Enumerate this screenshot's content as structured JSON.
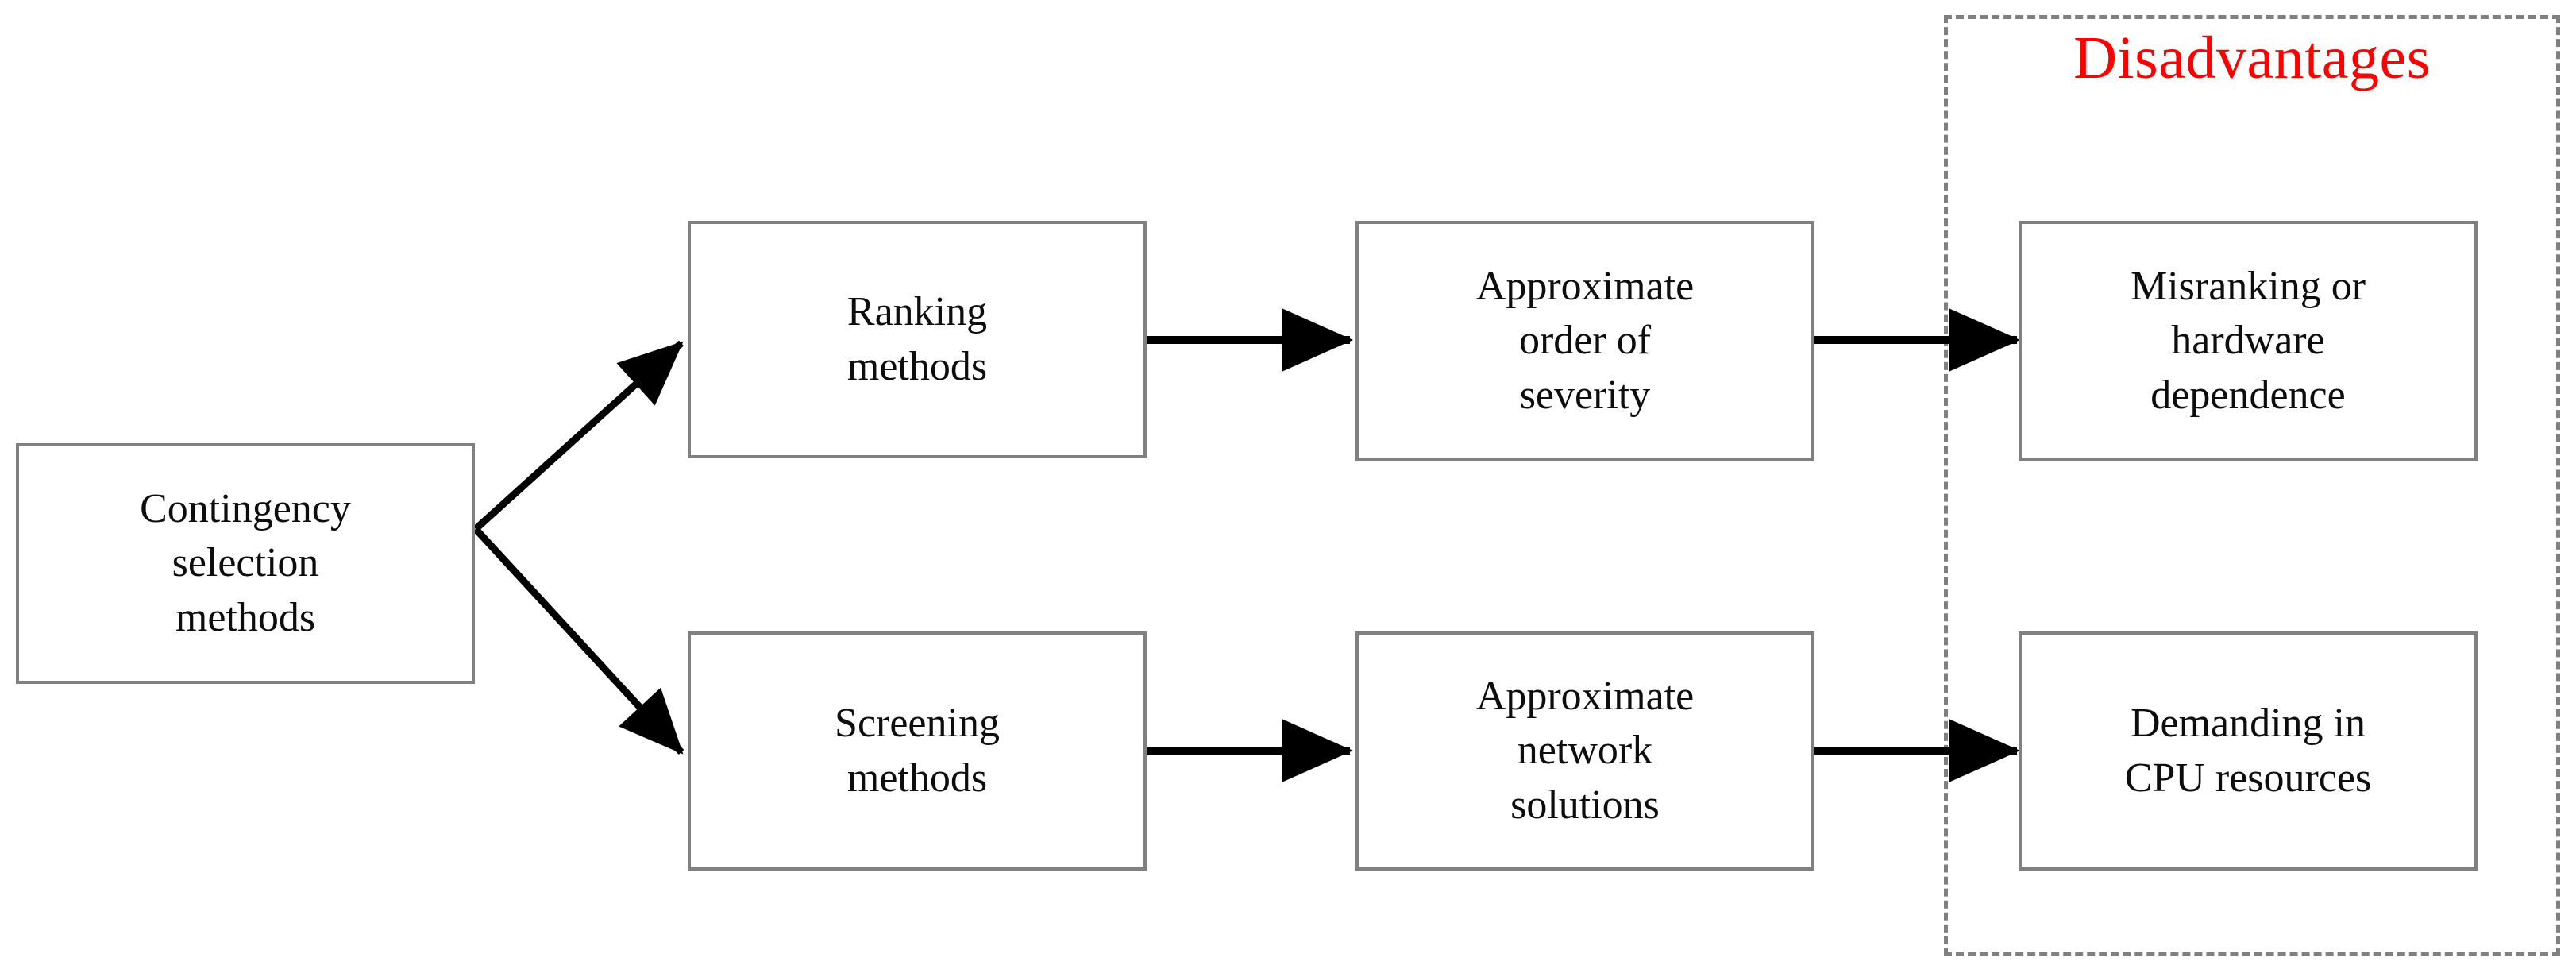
{
  "diagram": {
    "title_visible": false,
    "background_color": "#ffffff",
    "box_border_color": "#808080",
    "arrow_color": "#000000",
    "group_border_color": "#808080",
    "group_title_color": "#ff0000"
  },
  "group": {
    "title": "Disadvantages",
    "border_style": "dashed"
  },
  "nodes": [
    {
      "id": "contingency-selection-methods",
      "label": "Contingency\nselection\nmethods",
      "column": 0,
      "row": "center"
    },
    {
      "id": "ranking-methods",
      "label": "Ranking\nmethods",
      "column": 1,
      "row": "top"
    },
    {
      "id": "screening-methods",
      "label": "Screening\nmethods",
      "column": 1,
      "row": "bottom"
    },
    {
      "id": "approximate-order-of-severity",
      "label": "Approximate\norder  of\nseverity",
      "column": 2,
      "row": "top"
    },
    {
      "id": "approximate-network-solutions",
      "label": "Approximate\nnetwork\nsolutions",
      "column": 2,
      "row": "bottom"
    },
    {
      "id": "misranking-or-hardware-dependence",
      "label": "Misranking or\nhardware\ndependence",
      "column": 3,
      "row": "top"
    },
    {
      "id": "demanding-in-cpu-resources",
      "label": "Demanding in\nCPU resources",
      "column": 3,
      "row": "bottom"
    }
  ],
  "edges": [
    {
      "id": "edge-contingency-to-ranking",
      "from": "contingency-selection-methods",
      "to": "ranking-methods",
      "kind": "diagonal-up"
    },
    {
      "id": "edge-contingency-to-screening",
      "from": "contingency-selection-methods",
      "to": "screening-methods",
      "kind": "diagonal-down"
    },
    {
      "id": "edge-ranking-to-order",
      "from": "ranking-methods",
      "to": "approximate-order-of-severity",
      "kind": "horizontal"
    },
    {
      "id": "edge-order-to-misranking",
      "from": "approximate-order-of-severity",
      "to": "misranking-or-hardware-dependence",
      "kind": "horizontal"
    },
    {
      "id": "edge-screening-to-network",
      "from": "screening-methods",
      "to": "approximate-network-solutions",
      "kind": "horizontal"
    },
    {
      "id": "edge-network-to-demanding",
      "from": "approximate-network-solutions",
      "to": "demanding-in-cpu-resources",
      "kind": "horizontal"
    }
  ]
}
